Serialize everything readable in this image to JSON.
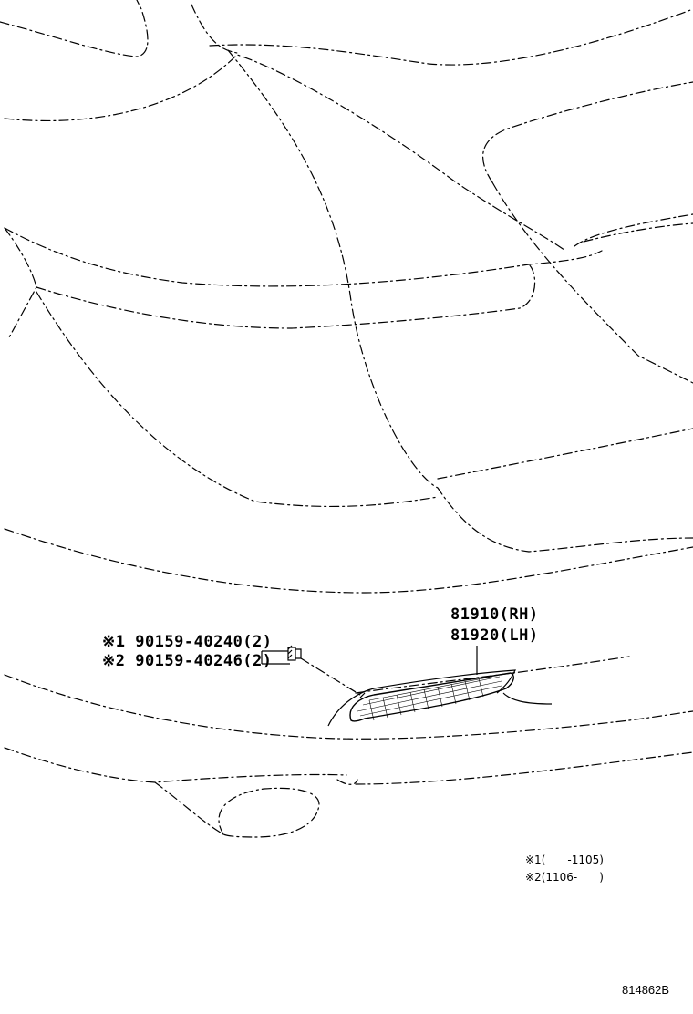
{
  "diagram": {
    "part_number_rh": "81910(RH)",
    "part_number_lh": "81920(LH)",
    "screw_1_label": "※1 90159-40240(2)",
    "screw_2_label": "※2 90159-40246(2)",
    "note_1": "※1(　　-1105)",
    "note_2": "※2(1106-　　)",
    "illustration_id": "814862B"
  },
  "colors": {
    "line": "#000000",
    "background": "#ffffff"
  }
}
